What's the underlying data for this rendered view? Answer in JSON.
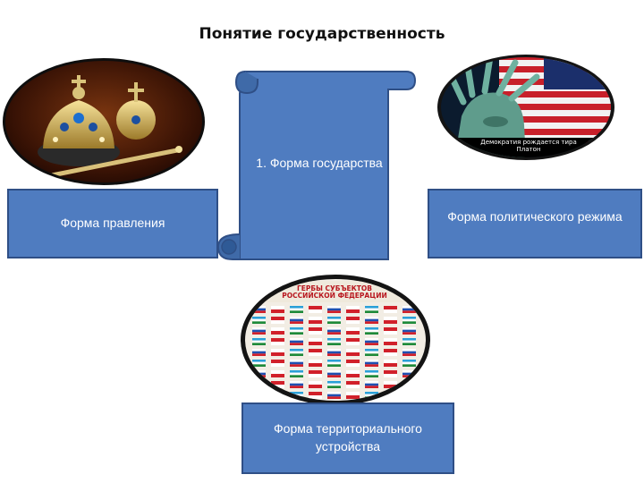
{
  "slide": {
    "title": "Понятие государственность"
  },
  "nodes": {
    "center": "1. Форма государства",
    "left": "Форма правления",
    "right": "Форма политического режима",
    "bottom": "Форма территориального устройства"
  },
  "photos": {
    "liberty_motto_line1": "Демократия рождается тира",
    "liberty_motto_line2": "Платон",
    "flags_caption_line1": "ГЕРБЫ СУБЪЕКТОВ",
    "flags_caption_line2": "РОССИЙСКОЙ ФЕДЕРАЦИИ"
  },
  "colors": {
    "box_fill": "#4f7cc0",
    "box_border": "#2f4f86",
    "oval_frame": "#1a1a1a"
  }
}
